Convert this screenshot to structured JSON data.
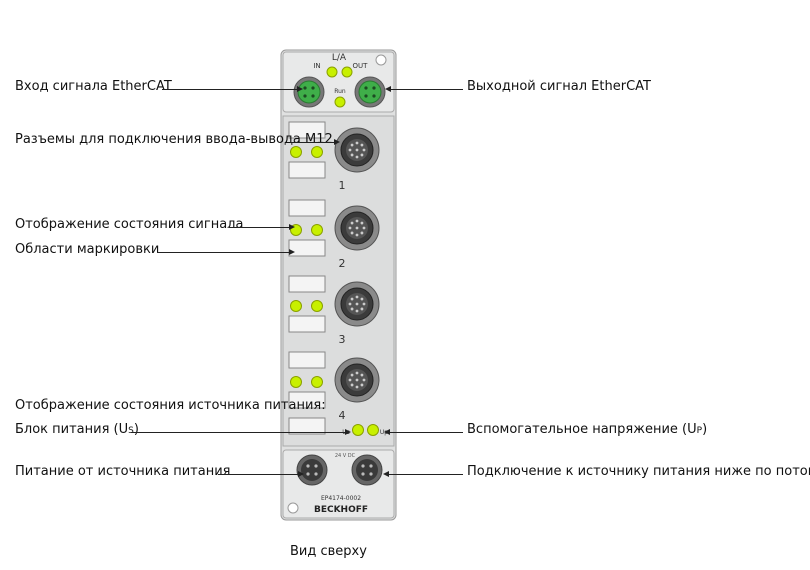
{
  "labels": {
    "ethercat_in": "Вход сигнала EtherCAT",
    "ethercat_out": "Выходной сигнал EtherCAT",
    "m12_connectors": "Разъемы для подключения ввода-вывода M12",
    "signal_status": "Отображение состояния сигнала",
    "marking_areas": "Области маркировки",
    "power_status": "Отображение состояния источника питания:",
    "power_us_text": "Блок питания (U",
    "power_us_sub": "S",
    "power_up_text": "Вспомогательное напряжение (U",
    "power_up_sub": "P",
    "power_supply": "Питание от источника питания",
    "power_downstream": "Подключение к источнику питания ниже по потоку"
  },
  "device": {
    "top_header": "L/A",
    "in_label": "IN",
    "out_label": "OUT",
    "run_label": "Run",
    "port_numbers": [
      "1",
      "2",
      "3",
      "4"
    ],
    "us_led_label": "Us",
    "up_led_label": "Up",
    "voltage_label": "24 V DC",
    "model": "EP4174-0002",
    "brand": "BECKHOFF"
  },
  "caption": "Вид сверху",
  "colors": {
    "led": "#c8f000",
    "ethercat_green": "#3fae49",
    "housing": "#d9dada"
  }
}
